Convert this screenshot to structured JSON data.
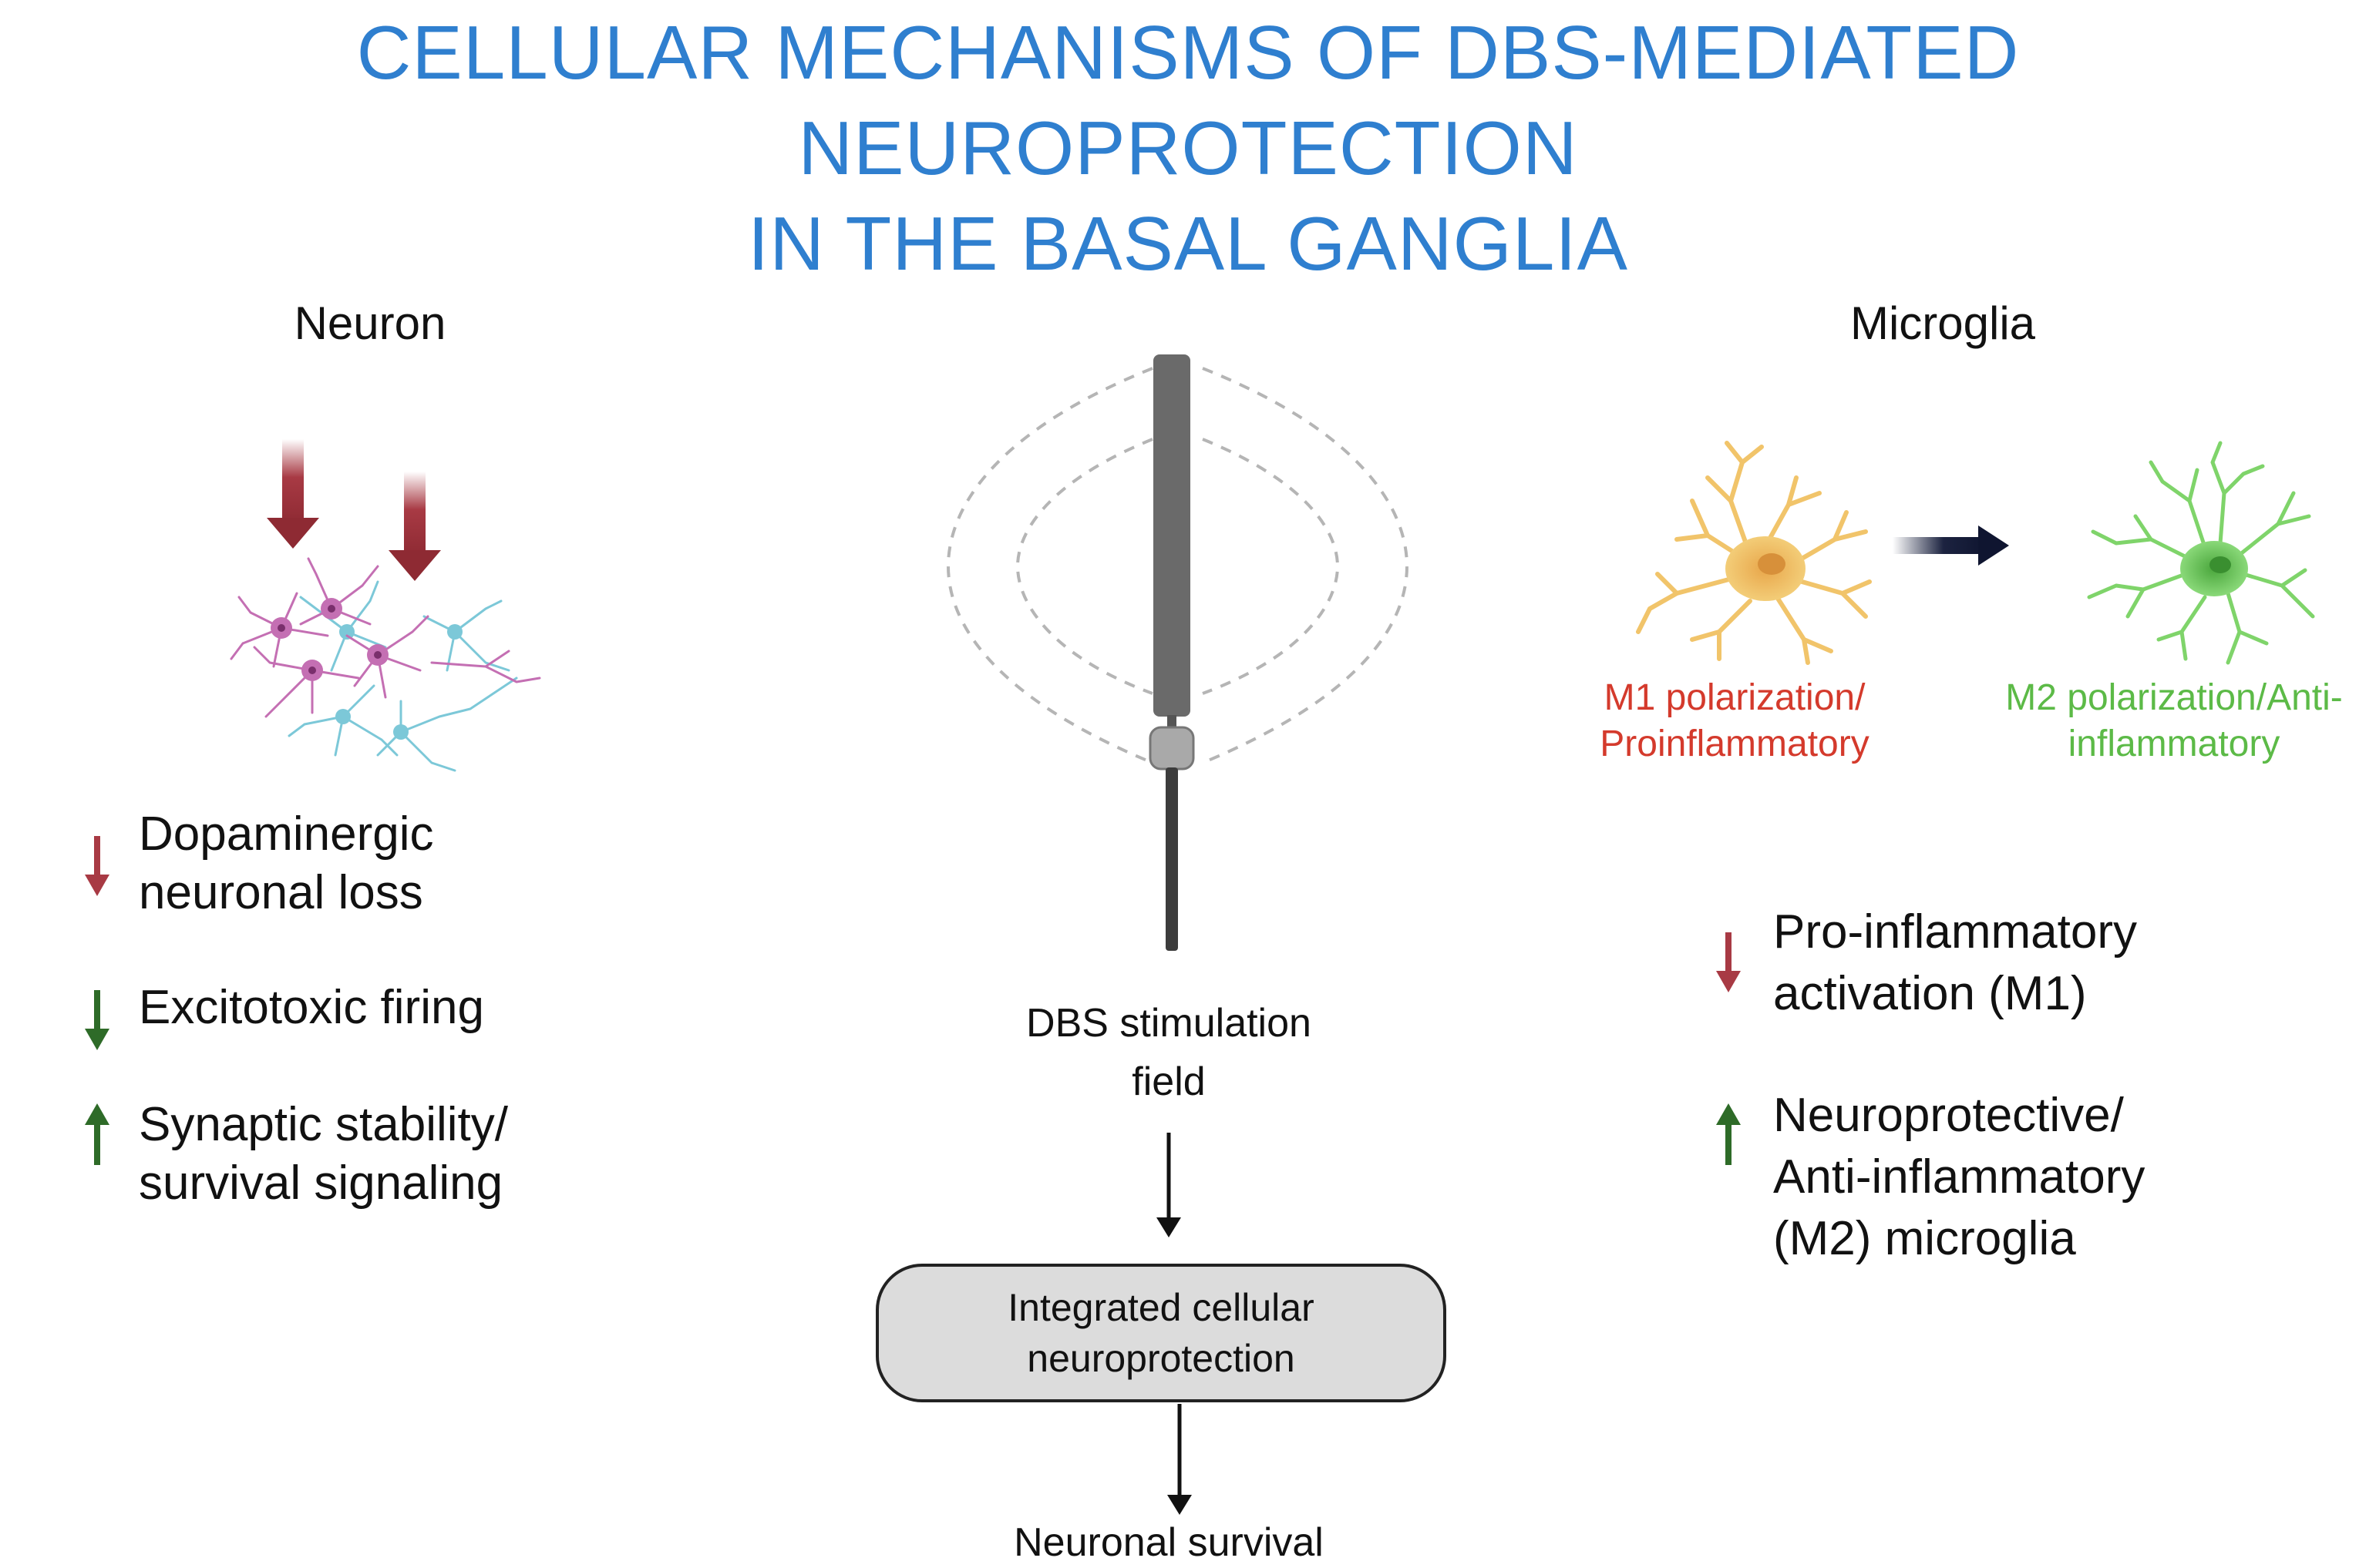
{
  "title": {
    "line1": "CELLULAR MECHANISMS OF DBS-MEDIATED NEUROPROTECTION",
    "line2": "IN THE BASAL GANGLIA"
  },
  "neuron": {
    "heading": "Neuron",
    "items": [
      {
        "direction": "down",
        "color": "#a83a44",
        "line1": "Dopaminergic",
        "line2": "neuronal loss"
      },
      {
        "direction": "down",
        "color": "#2e6b28",
        "line1": "Excitotoxic firing",
        "line2": ""
      },
      {
        "direction": "up",
        "color": "#2e6b28",
        "line1": "Synaptic stability/",
        "line2": "survival signaling"
      }
    ]
  },
  "center": {
    "stim_line1": "DBS stimulation",
    "stim_line2": "field",
    "box_line1": "Integrated cellular",
    "box_line2": "neuroprotection",
    "outcome": "Neuronal survival"
  },
  "microglia": {
    "heading": "Microglia",
    "m1_line1": "M1 polarization/",
    "m1_line2": "Proinflammatory",
    "m2_line1": "M2 polarization/Anti-",
    "m2_line2": "inflammatory",
    "items": [
      {
        "direction": "down",
        "color": "#a83a44",
        "line1": "Pro-inflammatory",
        "line2": "activation (M1)",
        "line3": ""
      },
      {
        "direction": "up",
        "color": "#2e6b28",
        "line1": "Neuroprotective/",
        "line2": "Anti-inflammatory",
        "line3": "(M2) microglia"
      }
    ]
  },
  "colors": {
    "title": "#2f7fcf",
    "m1_cell": "#f1c46a",
    "m2_cell": "#7fd46a",
    "neuron_pink": "#c46fb3",
    "neuron_cyan": "#7cc8d8",
    "red_arrow": "#a83a44",
    "green_arrow": "#2e6b28"
  }
}
